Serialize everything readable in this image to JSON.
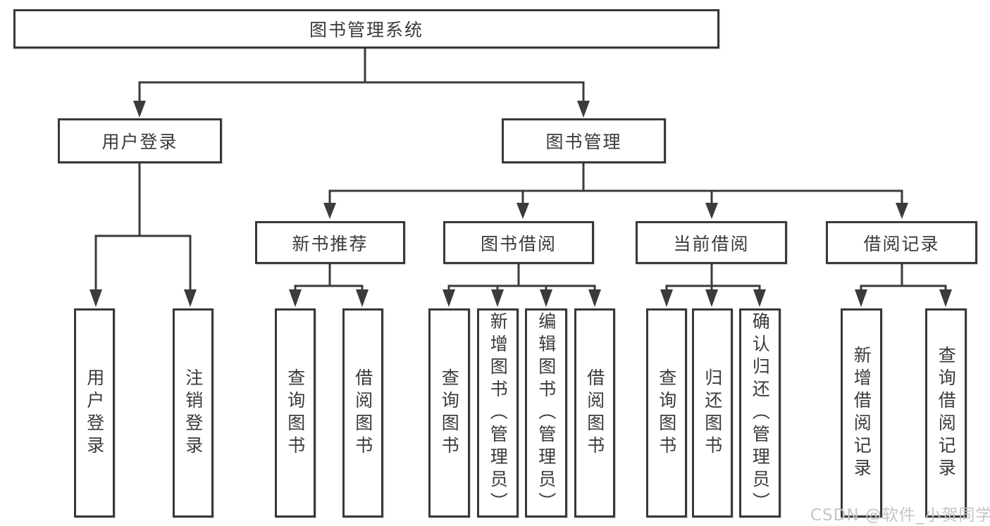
{
  "diagram": {
    "title": "图书管理系统",
    "branches": [
      {
        "label": "用户登录",
        "children": [
          {
            "label": "用户登录"
          },
          {
            "label": "注销登录"
          }
        ]
      },
      {
        "label": "图书管理",
        "children": [
          {
            "label": "新书推荐",
            "children": [
              {
                "label": "查询图书"
              },
              {
                "label": "借阅图书"
              }
            ]
          },
          {
            "label": "图书借阅",
            "children": [
              {
                "label": "查询图书"
              },
              {
                "label": "新增图书（管理员）"
              },
              {
                "label": "编辑图书（管理员）"
              },
              {
                "label": "借阅图书"
              }
            ]
          },
          {
            "label": "当前借阅",
            "children": [
              {
                "label": "查询图书"
              },
              {
                "label": "归还图书"
              },
              {
                "label": "确认归还（管理员）"
              }
            ]
          },
          {
            "label": "借阅记录",
            "children": [
              {
                "label": "新增借阅记录"
              },
              {
                "label": "查询借阅记录"
              }
            ]
          }
        ]
      }
    ]
  },
  "watermark": {
    "text": "CSDN @软件_小贺同学"
  },
  "colors": {
    "line": "#3b3b3b",
    "border": "#383838",
    "text": "#3a3a3a",
    "watermark": "#c4c4c4",
    "background": "#ffffff"
  }
}
